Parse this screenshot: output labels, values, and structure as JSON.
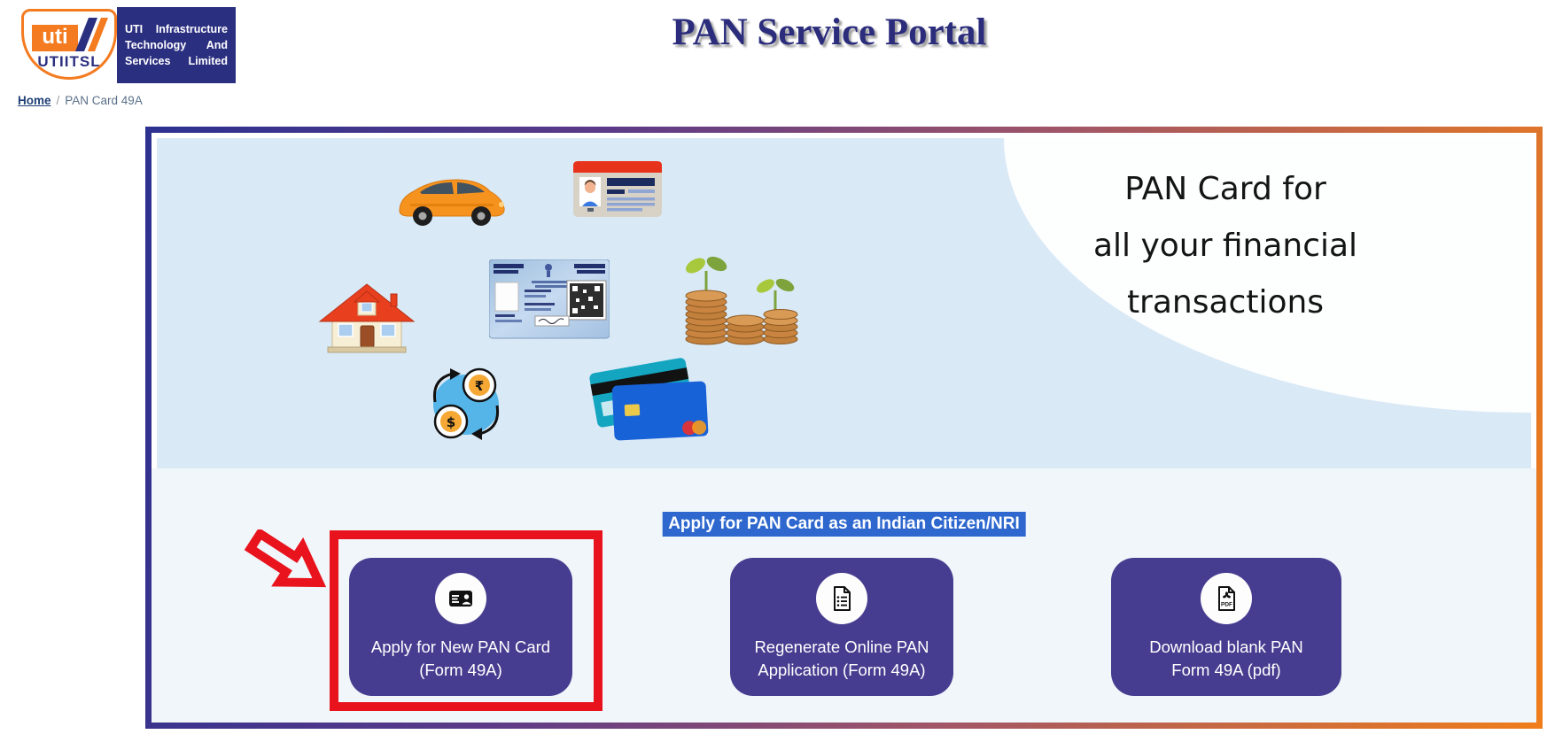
{
  "logo": {
    "shield": {
      "uti": "uti",
      "utiitsl": "UTIITSL"
    },
    "company": {
      "row1_left": "UTI",
      "row1_right": "Infrastructure",
      "row2_left": "Technology",
      "row2_right": "And",
      "row3_left": "Services",
      "row3_right": "Limited"
    }
  },
  "header": {
    "title": "PAN Service Portal"
  },
  "breadcrumb": {
    "home": "Home",
    "separator": "/",
    "current": "PAN Card 49A"
  },
  "hero": {
    "tagline_line1": "PAN Card for",
    "tagline_line2": "all your financial",
    "tagline_line3": "transactions",
    "illustrations": [
      "orange-car",
      "photo-id-card",
      "house",
      "pan-card",
      "coin-stacks-with-plants",
      "currency-exchange",
      "credit-cards"
    ]
  },
  "apply_section": {
    "heading": "Apply for PAN Card as an Indian Citizen/NRI"
  },
  "buttons": [
    {
      "line1": "Apply for New PAN Card",
      "line2": "(Form 49A)",
      "icon": "id-card-icon",
      "highlighted": true
    },
    {
      "line1": "Regenerate Online PAN",
      "line2": "Application (Form 49A)",
      "icon": "document-icon",
      "highlighted": false
    },
    {
      "line1": "Download blank PAN",
      "line2": "Form 49A (pdf)",
      "icon": "pdf-icon",
      "icon_label": "PDF",
      "highlighted": false
    }
  ],
  "colors": {
    "tile_purple": "#473d90",
    "heading_blue": "#2e68cf",
    "highlight_red": "#e8131c",
    "border_gradient_start": "#2d3190",
    "border_gradient_end": "#ef7d1b",
    "hero_blue": "#d9e9f6",
    "panel_bg": "#f0f6fa",
    "logo_orange": "#f47b20",
    "logo_navy": "#2b2f80",
    "title_navy": "#2b2d7c"
  }
}
